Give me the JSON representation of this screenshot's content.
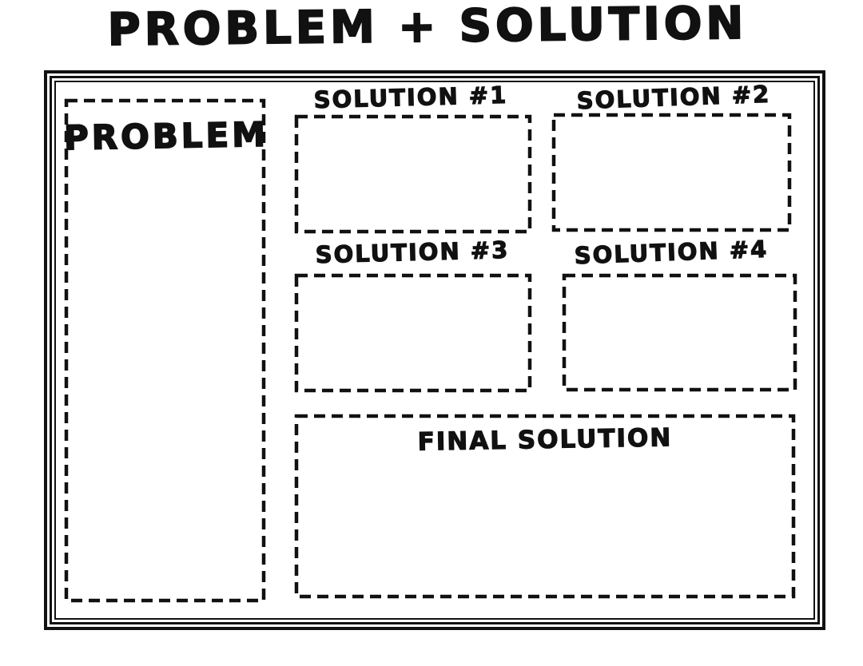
{
  "page": {
    "background_color": "#ffffff",
    "ink_color": "#111111"
  },
  "title": "PROBLEM + SOLUTION",
  "worksheet": {
    "problem_label": "PROBLEM",
    "solutions": [
      {
        "label": "SOLUTION #1"
      },
      {
        "label": "SOLUTION #2"
      },
      {
        "label": "SOLUTION #3"
      },
      {
        "label": "SOLUTION #4"
      }
    ],
    "final_label": "FINAL SOLUTION"
  }
}
